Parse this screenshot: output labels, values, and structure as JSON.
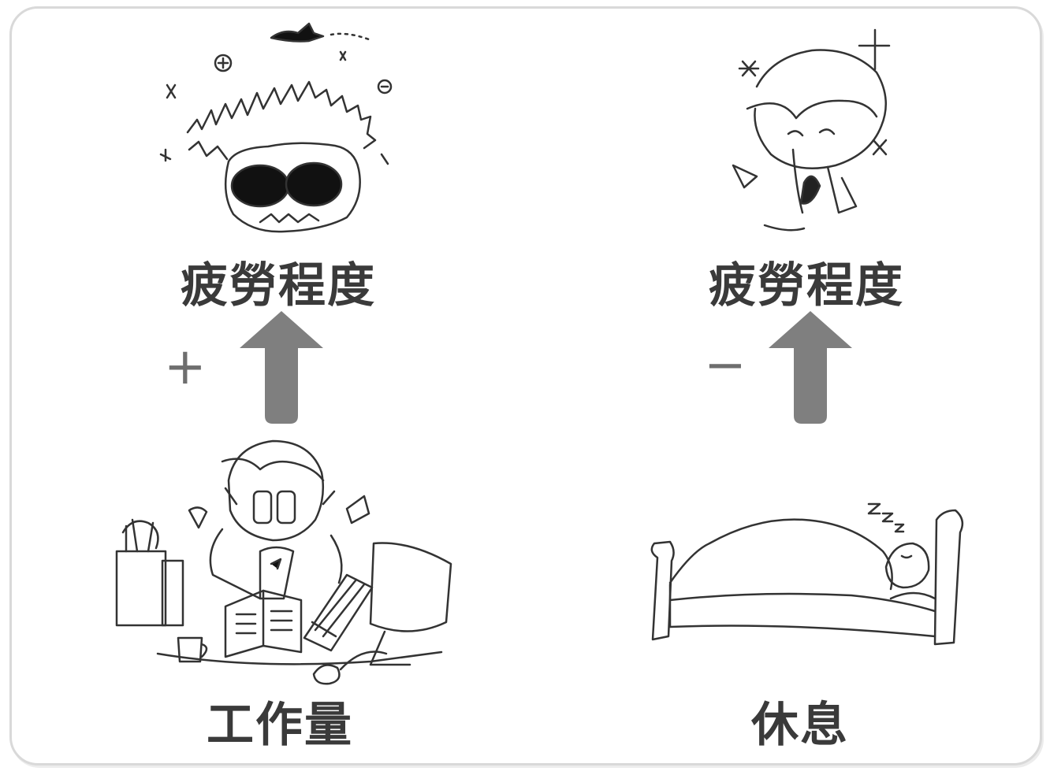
{
  "left_column": {
    "effect_label": "疲勞程度",
    "sign": "+",
    "cause_label": "工作量"
  },
  "right_column": {
    "effect_label": "疲勞程度",
    "sign": "−",
    "cause_label": "休息"
  },
  "colors": {
    "arrow": "#7f7f7f",
    "border": "#d9d9d9",
    "text": "#3a3a3a",
    "line_art": "#333333"
  }
}
